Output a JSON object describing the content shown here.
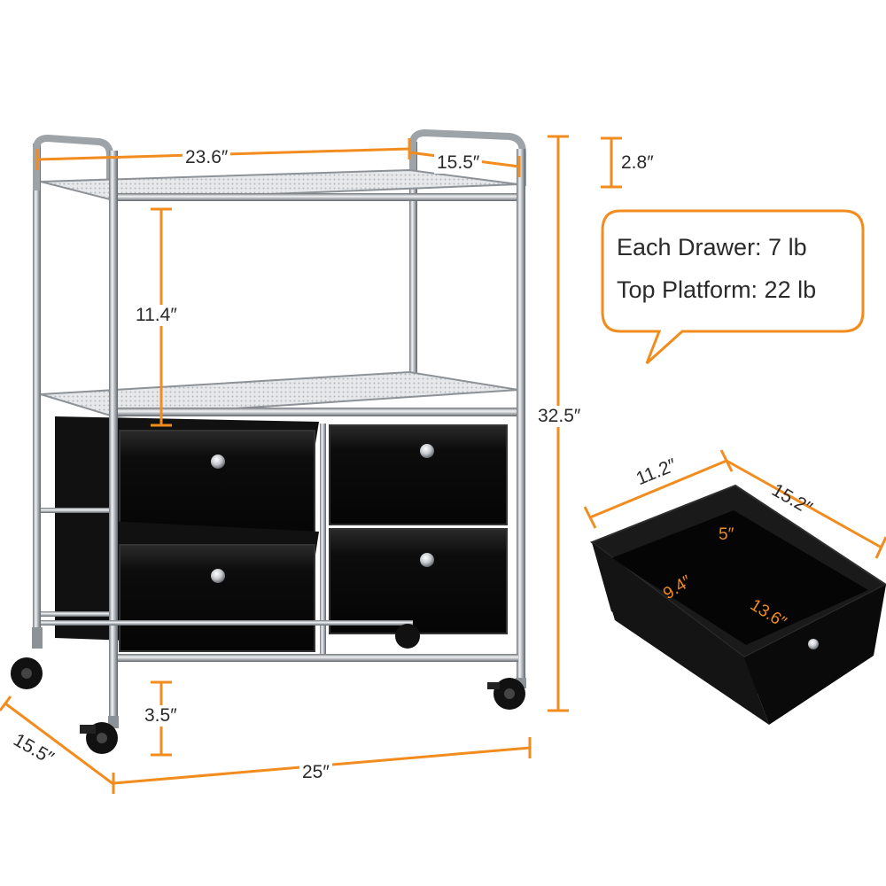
{
  "colors": {
    "accent": "#f28c1e",
    "chrome": "#9ea3a8",
    "drawer": "#0e0e0e",
    "text": "#2a2a2a"
  },
  "dimensions": {
    "top_width": "23.6″",
    "top_depth": "15.5″",
    "rail_height": "2.8″",
    "shelf_gap": "11.4″",
    "total_height": "32.5″",
    "clearance": "3.5″",
    "base_depth": "15.5″",
    "base_width": "25″"
  },
  "callout": {
    "line1": "Each Drawer: 7 lb",
    "line2": "Top Platform: 22 lb"
  },
  "drawer_detail": {
    "outer_width": "11.2″",
    "outer_length": "15.2″",
    "depth": "5″",
    "inner_width": "9.4″",
    "inner_length": "13.6″"
  }
}
